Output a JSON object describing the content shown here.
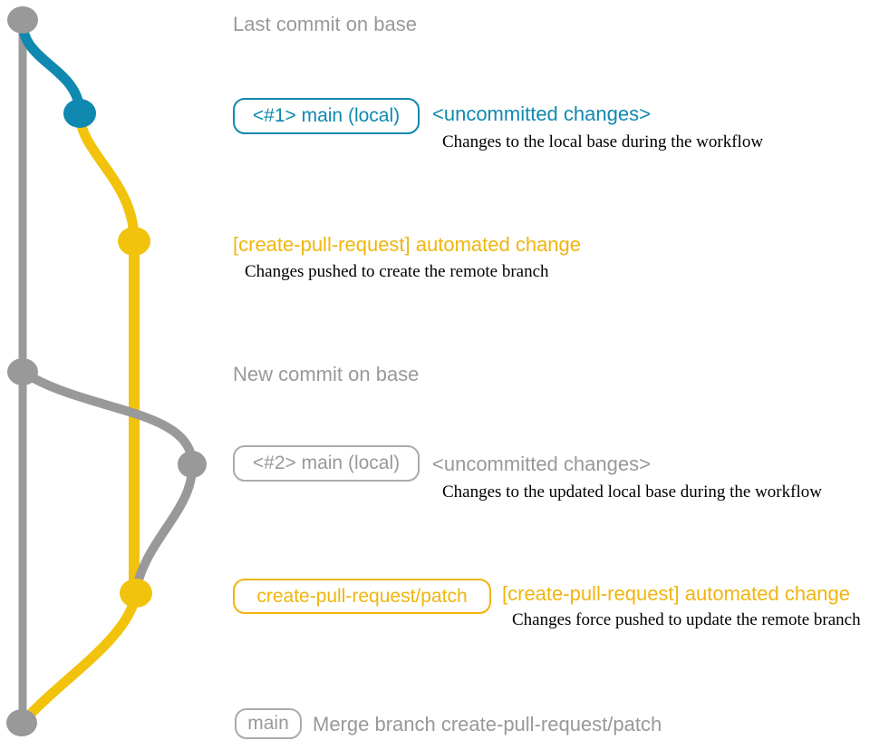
{
  "colors": {
    "base_gray": "#999999",
    "badge_gray_border": "#ABABAB",
    "branch_blue": "#0F89AF",
    "branch_yellow": "#F2C30D",
    "label_yellow": "#F0B50D",
    "description_black": "#000000"
  },
  "commits": [
    {
      "annotation": "Last commit on base"
    },
    {
      "branch_label": "<#1> main (local)",
      "message": "<uncommitted changes>",
      "description": "Changes to the local base during the workflow"
    },
    {
      "message": "[create-pull-request] automated change",
      "description": "Changes pushed to create the remote branch"
    },
    {
      "annotation": "New commit on base"
    },
    {
      "branch_label": "<#2> main (local)",
      "message": "<uncommitted changes>",
      "description": "Changes to the updated local base during the workflow"
    },
    {
      "branch_label": "create-pull-request/patch",
      "message": "[create-pull-request] automated change",
      "description": "Changes force pushed to update the remote branch"
    },
    {
      "branch_label": "main",
      "message": "Merge branch create-pull-request/patch"
    }
  ]
}
